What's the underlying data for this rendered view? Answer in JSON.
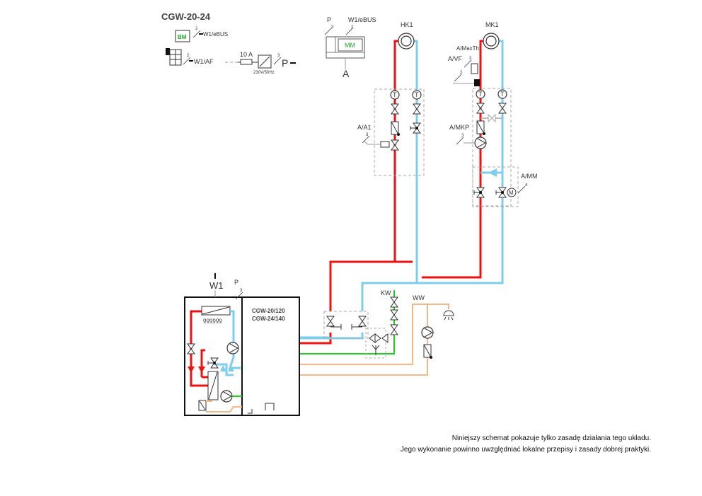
{
  "title": "CGW-20-24",
  "colors": {
    "supply": "#ee1111",
    "return": "#7fcdec",
    "cold_water": "#22cc22",
    "hot_water": "#f2b88a",
    "line": "#333333",
    "dashed_box": "#aaaaaa",
    "module_text": "#22aa22"
  },
  "legend_devices": {
    "bm": {
      "label": "BM",
      "wire_count": "2",
      "target": "W1/eBUS"
    },
    "outdoor_sensor": {
      "wire_count": "2",
      "target": "W1/AF"
    },
    "power": {
      "fuse": "10 A",
      "switch_caption": "230V/50Hz",
      "wire_count": "3",
      "target": "P"
    }
  },
  "mixer_module": {
    "label": "MM",
    "inputs": [
      {
        "label": "P",
        "wire_count": "3"
      },
      {
        "label": "W1/eBUS",
        "wire_count": "2"
      }
    ],
    "output": "A"
  },
  "circuits": {
    "hk1": {
      "label": "HK1",
      "valve_signal": {
        "label": "A/A1",
        "wire_count": "3"
      }
    },
    "mk1": {
      "label": "MK1",
      "max_thermostat": {
        "label": "A/MaxTh",
        "wire_count": "3"
      },
      "flow_sensor": {
        "label": "A/VF",
        "wire_count": "2"
      },
      "pump": {
        "label": "A/MKP",
        "wire_count": "3"
      },
      "mixer": {
        "label": "A/MM",
        "wire_count": "4"
      }
    }
  },
  "sensor_symbol": "T",
  "motor_symbol": "M",
  "boiler": {
    "models": [
      "CGW-20/120",
      "CGW-24/140"
    ],
    "bus_label": "W1",
    "power_label": "P",
    "power_wire_count": "3"
  },
  "water": {
    "cold_label": "KW",
    "hot_label": "WW"
  },
  "notes": [
    "Niniejszy schemat pokazuje tylko zasadę działania tego układu.",
    "Jego wykonanie powinno uwzględniać lokalne przepisy i zasady dobrej praktyki."
  ]
}
